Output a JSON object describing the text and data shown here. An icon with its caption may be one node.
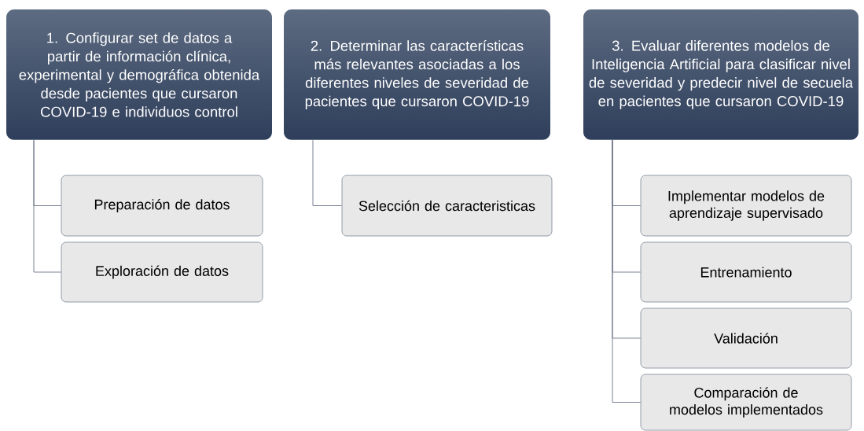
{
  "diagram": {
    "nodes": [
      {
        "text": [
          "1. Configurar set de datos a partir de información clínica, experimental y demográfica obtenida desde pacientes que cursaron COVID-19 e individuos control"
        ]
      },
      {
        "text": [
          "2. Determinar las características más relevantes asociadas a los diferentes niveles de severidad de pacientes que cursaron COVID-19"
        ]
      },
      {
        "text": [
          "3. Evaluar diferentes modelos de Inteligencia Artificial para clasificar nivel de severidad y predecir nivel de secuela en pacientes que cursaron COVID-19"
        ]
      },
      {
        "text": [
          "Preparación  de datos"
        ]
      },
      {
        "text": [
          "Exploración de datos"
        ]
      },
      {
        "text": [
          "Selección de caracteristicas"
        ]
      },
      {
        "text": [
          "Implementar modelos de aprendizaje supervisado"
        ]
      },
      {
        "text": [
          "Entrenamiento"
        ]
      },
      {
        "text": [
          "Validación"
        ]
      },
      {
        "text": [
          "Comparación de modelos implementados"
        ]
      }
    ],
    "edges": [
      {
        "from": 0,
        "to": 3,
        "arrow": "none"
      },
      {
        "from": 0,
        "to": 4,
        "arrow": "none"
      },
      {
        "from": 1,
        "to": 5,
        "arrow": "none"
      },
      {
        "from": 2,
        "to": 6,
        "arrow": "none"
      },
      {
        "from": 2,
        "to": 7,
        "arrow": "none"
      },
      {
        "from": 2,
        "to": 8,
        "arrow": "none"
      },
      {
        "from": 2,
        "to": 9,
        "arrow": "none"
      }
    ]
  }
}
